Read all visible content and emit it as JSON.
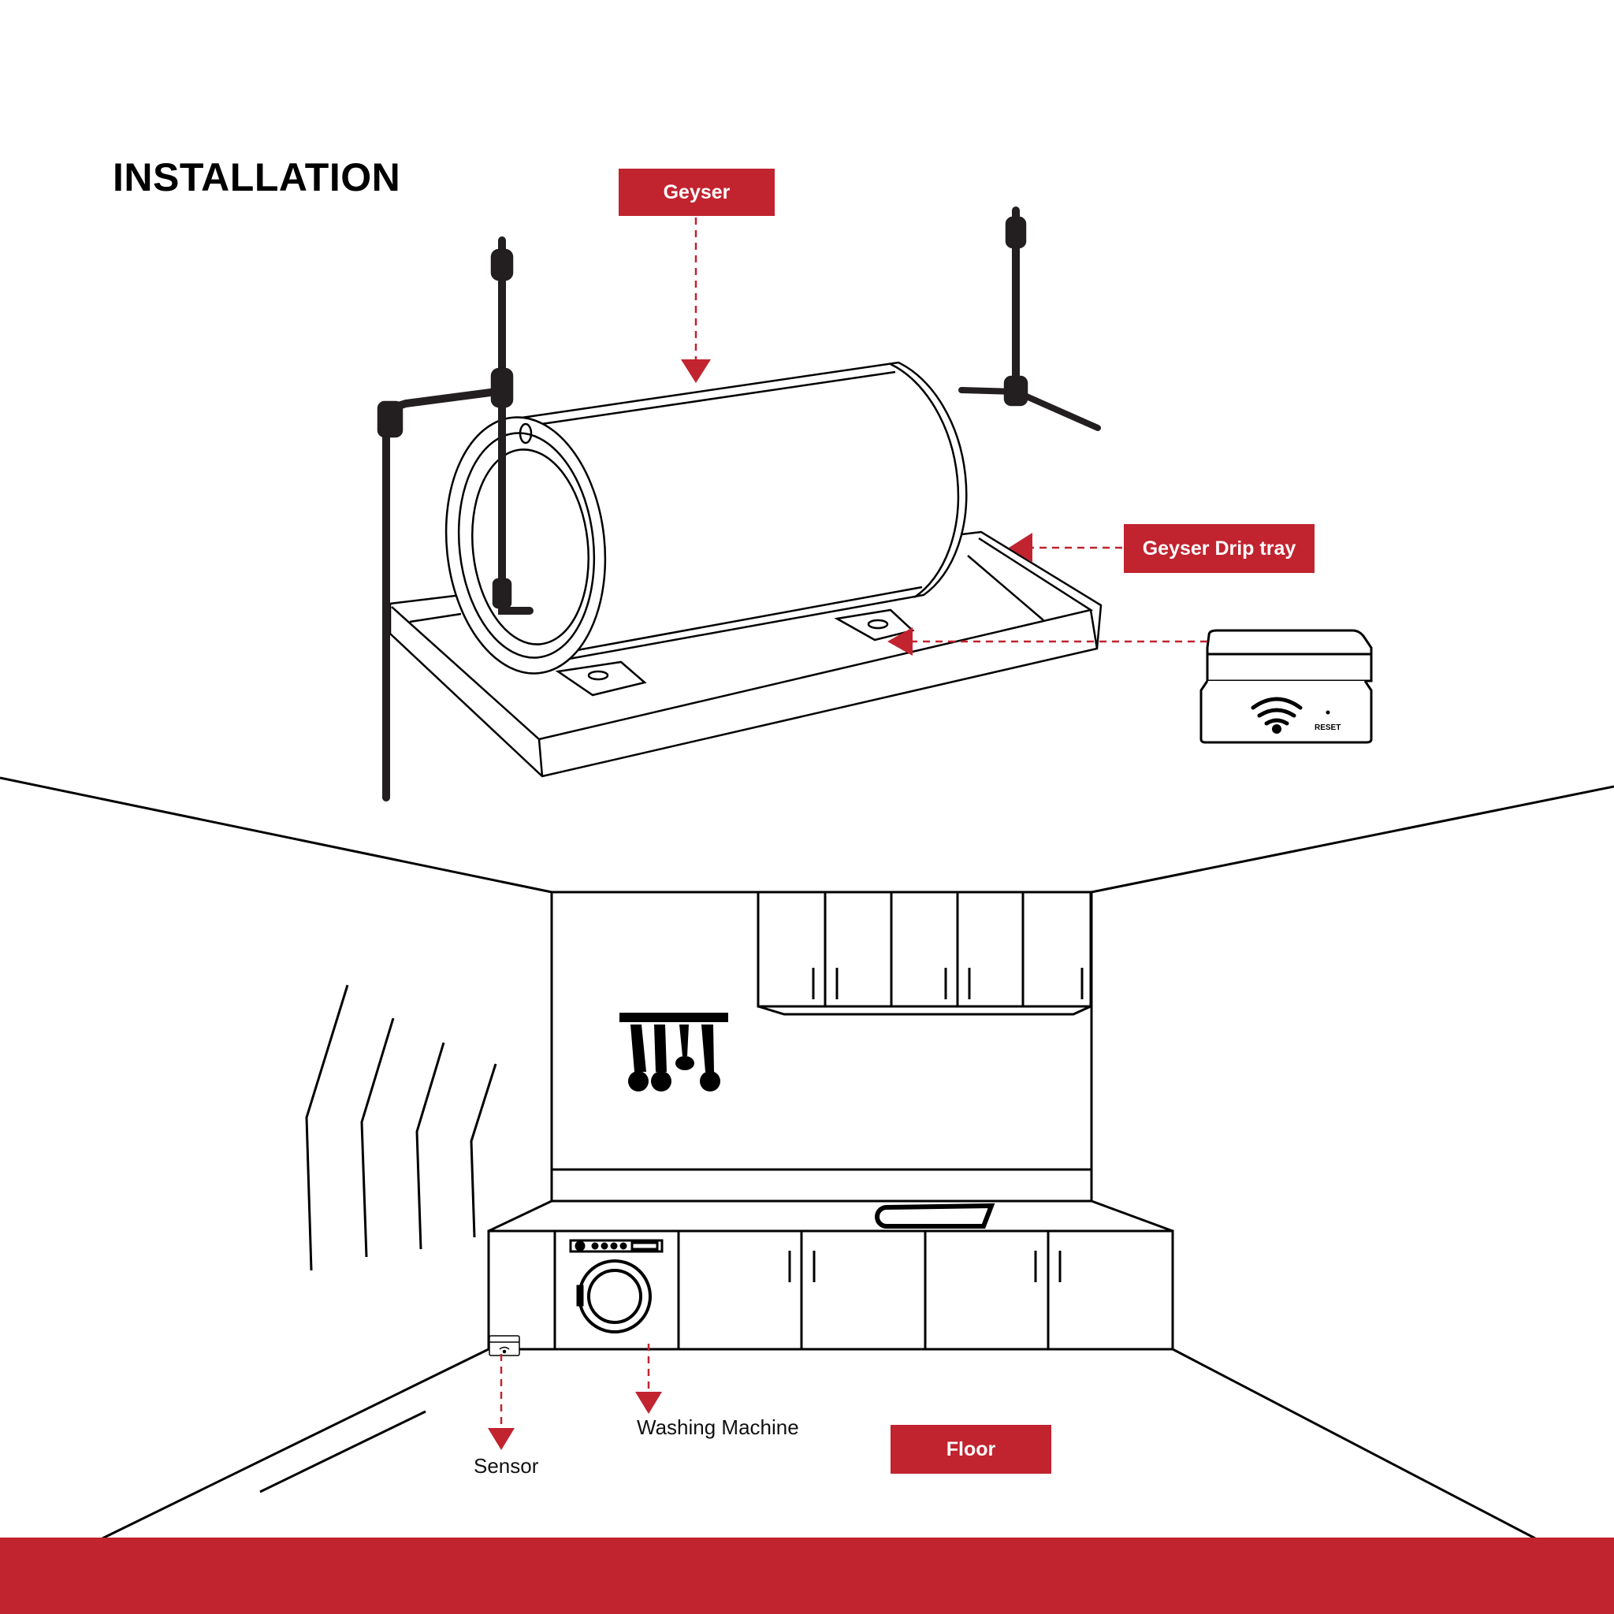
{
  "title": "INSTALLATION",
  "labels": {
    "geyser": "Geyser",
    "drip_tray": "Geyser Drip tray",
    "floor": "Floor",
    "washing_machine": "Washing Machine",
    "sensor": "Sensor"
  },
  "device": {
    "reset_label": "RESET",
    "wifi_icon": "wifi-icon"
  },
  "colors": {
    "accent": "#c1232f",
    "line": "#000000",
    "background": "#ffffff"
  }
}
